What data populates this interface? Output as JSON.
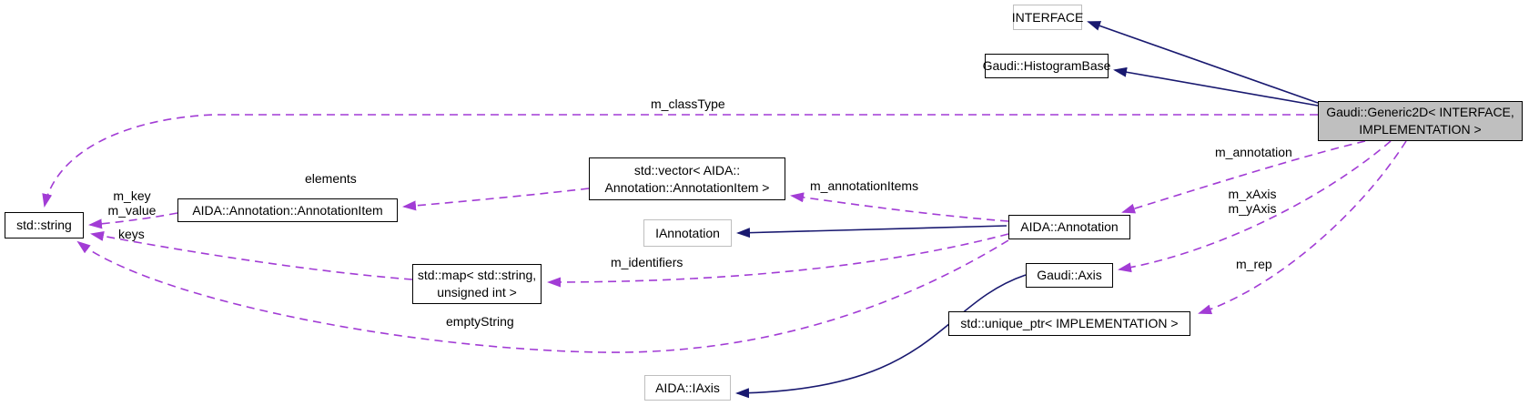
{
  "diagram_type": "doxygen-collaboration-graph",
  "colors": {
    "background": "#ffffff",
    "inheritance_edge": "#191970",
    "usage_edge": "#a23cd5",
    "node_border": "#000000",
    "external_node_border": "#bebebe",
    "current_node_fill": "#bfbfbf",
    "node_fill": "#ffffff",
    "text": "#000000"
  },
  "nodes": [
    {
      "label": "INTERFACE",
      "kind": "external"
    },
    {
      "label": "Gaudi::HistogramBase",
      "kind": "class"
    },
    {
      "label": "Gaudi::Generic2D< INTERFACE,\nIMPLEMENTATION >",
      "kind": "current"
    },
    {
      "label": "std::string",
      "kind": "class"
    },
    {
      "label": "AIDA::Annotation::AnnotationItem",
      "kind": "class"
    },
    {
      "label": "std::vector< AIDA::\nAnnotation::AnnotationItem >",
      "kind": "class"
    },
    {
      "label": "IAnnotation",
      "kind": "external"
    },
    {
      "label": "AIDA::Annotation",
      "kind": "class"
    },
    {
      "label": "std::map< std::string,\nunsigned int >",
      "kind": "class"
    },
    {
      "label": "Gaudi::Axis",
      "kind": "class"
    },
    {
      "label": "std::unique_ptr< IMPLEMENTATION >",
      "kind": "class"
    },
    {
      "label": "AIDA::IAxis",
      "kind": "external"
    }
  ],
  "edges": [
    {
      "from": "Gaudi::Generic2D< INTERFACE, IMPLEMENTATION >",
      "to": "INTERFACE",
      "type": "inheritance",
      "label": ""
    },
    {
      "from": "Gaudi::Generic2D< INTERFACE, IMPLEMENTATION >",
      "to": "Gaudi::HistogramBase",
      "type": "inheritance",
      "label": ""
    },
    {
      "from": "Gaudi::Generic2D< INTERFACE, IMPLEMENTATION >",
      "to": "std::string",
      "type": "usage",
      "label": "m_classType"
    },
    {
      "from": "Gaudi::Generic2D< INTERFACE, IMPLEMENTATION >",
      "to": "AIDA::Annotation",
      "type": "usage",
      "label": "m_annotation"
    },
    {
      "from": "Gaudi::Generic2D< INTERFACE, IMPLEMENTATION >",
      "to": "Gaudi::Axis",
      "type": "usage",
      "label": "m_xAxis\nm_yAxis"
    },
    {
      "from": "Gaudi::Generic2D< INTERFACE, IMPLEMENTATION >",
      "to": "std::unique_ptr< IMPLEMENTATION >",
      "type": "usage",
      "label": "m_rep"
    },
    {
      "from": "AIDA::Annotation",
      "to": "IAnnotation",
      "type": "inheritance",
      "label": ""
    },
    {
      "from": "AIDA::Annotation",
      "to": "std::vector< AIDA::Annotation::AnnotationItem >",
      "type": "usage",
      "label": "m_annotationItems"
    },
    {
      "from": "AIDA::Annotation",
      "to": "std::map< std::string, unsigned int >",
      "type": "usage",
      "label": "m_identifiers"
    },
    {
      "from": "AIDA::Annotation",
      "to": "std::string",
      "type": "usage",
      "label": "emptyString"
    },
    {
      "from": "AIDA::Annotation::AnnotationItem",
      "to": "std::string",
      "type": "usage",
      "label": "m_key\nm_value"
    },
    {
      "from": "std::map< std::string, unsigned int >",
      "to": "std::string",
      "type": "usage",
      "label": "keys"
    },
    {
      "from": "std::vector< AIDA::Annotation::AnnotationItem >",
      "to": "AIDA::Annotation::AnnotationItem",
      "type": "usage",
      "label": "elements"
    },
    {
      "from": "Gaudi::Axis",
      "to": "AIDA::IAxis",
      "type": "inheritance",
      "label": ""
    }
  ]
}
